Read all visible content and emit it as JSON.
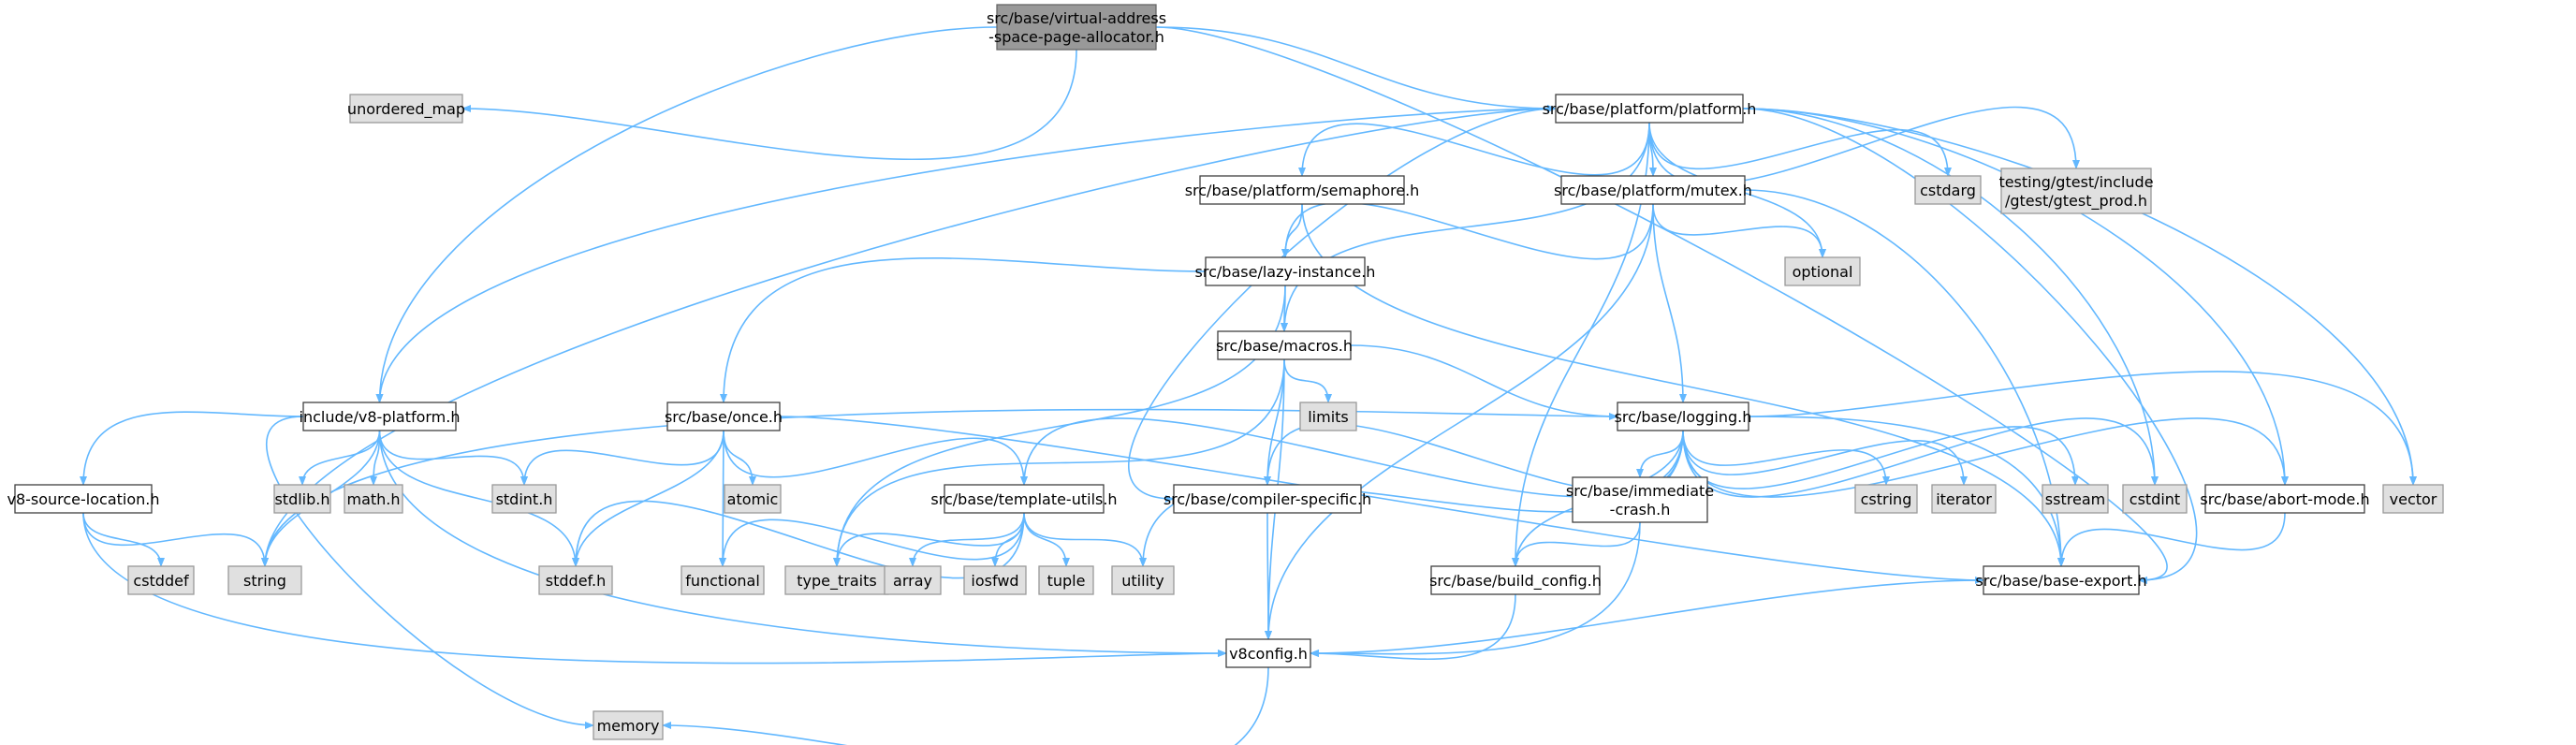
{
  "colors": {
    "edge": "#63b8ff",
    "root_fill": "#999999",
    "root_stroke": "#666666",
    "internal_fill": "#ffffff",
    "internal_stroke": "#404040",
    "external_fill": "#e0e0e0",
    "external_stroke": "#999999"
  },
  "nodes": [
    {
      "id": "root",
      "kind": "root",
      "lines": [
        "src/base/virtual-address",
        "-space-page-allocator.h"
      ]
    },
    {
      "id": "unordered_map",
      "kind": "external",
      "lines": [
        "unordered_map"
      ]
    },
    {
      "id": "platform",
      "kind": "internal",
      "lines": [
        "src/base/platform/platform.h"
      ]
    },
    {
      "id": "semaphore",
      "kind": "internal",
      "lines": [
        "src/base/platform/semaphore.h"
      ]
    },
    {
      "id": "mutex",
      "kind": "internal",
      "lines": [
        "src/base/platform/mutex.h"
      ]
    },
    {
      "id": "cstdarg",
      "kind": "external",
      "lines": [
        "cstdarg"
      ]
    },
    {
      "id": "gtest_prod",
      "kind": "external",
      "lines": [
        "testing/gtest/include",
        "/gtest/gtest_prod.h"
      ]
    },
    {
      "id": "lazy_instance",
      "kind": "internal",
      "lines": [
        "src/base/lazy-instance.h"
      ]
    },
    {
      "id": "optional",
      "kind": "external",
      "lines": [
        "optional"
      ]
    },
    {
      "id": "macros",
      "kind": "internal",
      "lines": [
        "src/base/macros.h"
      ]
    },
    {
      "id": "limits",
      "kind": "external",
      "lines": [
        "limits"
      ]
    },
    {
      "id": "v8_platform",
      "kind": "internal",
      "lines": [
        "include/v8-platform.h"
      ]
    },
    {
      "id": "once",
      "kind": "internal",
      "lines": [
        "src/base/once.h"
      ]
    },
    {
      "id": "logging",
      "kind": "internal",
      "lines": [
        "src/base/logging.h"
      ]
    },
    {
      "id": "v8_source_location",
      "kind": "internal",
      "lines": [
        "v8-source-location.h"
      ]
    },
    {
      "id": "stdlib",
      "kind": "external",
      "lines": [
        "stdlib.h"
      ]
    },
    {
      "id": "math",
      "kind": "external",
      "lines": [
        "math.h"
      ]
    },
    {
      "id": "stdint",
      "kind": "external",
      "lines": [
        "stdint.h"
      ]
    },
    {
      "id": "atomic",
      "kind": "external",
      "lines": [
        "atomic"
      ]
    },
    {
      "id": "template_utils",
      "kind": "internal",
      "lines": [
        "src/base/template-utils.h"
      ]
    },
    {
      "id": "compiler_specific",
      "kind": "internal",
      "lines": [
        "src/base/compiler-specific.h"
      ]
    },
    {
      "id": "immediate_crash",
      "kind": "internal",
      "lines": [
        "src/base/immediate",
        "-crash.h"
      ]
    },
    {
      "id": "cstring",
      "kind": "external",
      "lines": [
        "cstring"
      ]
    },
    {
      "id": "iterator",
      "kind": "external",
      "lines": [
        "iterator"
      ]
    },
    {
      "id": "sstream",
      "kind": "external",
      "lines": [
        "sstream"
      ]
    },
    {
      "id": "cstdint",
      "kind": "external",
      "lines": [
        "cstdint"
      ]
    },
    {
      "id": "abort_mode",
      "kind": "internal",
      "lines": [
        "src/base/abort-mode.h"
      ]
    },
    {
      "id": "vector",
      "kind": "external",
      "lines": [
        "vector"
      ]
    },
    {
      "id": "cstddef",
      "kind": "external",
      "lines": [
        "cstddef"
      ]
    },
    {
      "id": "string",
      "kind": "external",
      "lines": [
        "string"
      ]
    },
    {
      "id": "stddef",
      "kind": "external",
      "lines": [
        "stddef.h"
      ]
    },
    {
      "id": "functional",
      "kind": "external",
      "lines": [
        "functional"
      ]
    },
    {
      "id": "type_traits",
      "kind": "external",
      "lines": [
        "type_traits"
      ]
    },
    {
      "id": "array",
      "kind": "external",
      "lines": [
        "array"
      ]
    },
    {
      "id": "iosfwd",
      "kind": "external",
      "lines": [
        "iosfwd"
      ]
    },
    {
      "id": "tuple",
      "kind": "external",
      "lines": [
        "tuple"
      ]
    },
    {
      "id": "utility",
      "kind": "external",
      "lines": [
        "utility"
      ]
    },
    {
      "id": "build_config",
      "kind": "internal",
      "lines": [
        "src/base/build_config.h"
      ]
    },
    {
      "id": "base_export",
      "kind": "internal",
      "lines": [
        "src/base/base-export.h"
      ]
    },
    {
      "id": "v8config",
      "kind": "internal",
      "lines": [
        "v8config.h"
      ]
    },
    {
      "id": "memory",
      "kind": "external",
      "lines": [
        "memory"
      ]
    }
  ],
  "edges": [
    {
      "from": "root",
      "to": "unordered_map"
    },
    {
      "from": "root",
      "to": "platform"
    },
    {
      "from": "root",
      "to": "v8_platform"
    },
    {
      "from": "root",
      "to": "base_export"
    },
    {
      "from": "platform",
      "to": "semaphore"
    },
    {
      "from": "platform",
      "to": "mutex"
    },
    {
      "from": "platform",
      "to": "cstdarg"
    },
    {
      "from": "platform",
      "to": "gtest_prod"
    },
    {
      "from": "platform",
      "to": "optional"
    },
    {
      "from": "platform",
      "to": "macros"
    },
    {
      "from": "platform",
      "to": "v8_platform"
    },
    {
      "from": "platform",
      "to": "string"
    },
    {
      "from": "platform",
      "to": "compiler_specific"
    },
    {
      "from": "platform",
      "to": "build_config"
    },
    {
      "from": "platform",
      "to": "cstdint"
    },
    {
      "from": "platform",
      "to": "abort_mode"
    },
    {
      "from": "platform",
      "to": "vector"
    },
    {
      "from": "platform",
      "to": "base_export"
    },
    {
      "from": "semaphore",
      "to": "lazy_instance"
    },
    {
      "from": "semaphore",
      "to": "base_export"
    },
    {
      "from": "mutex",
      "to": "lazy_instance"
    },
    {
      "from": "mutex",
      "to": "optional"
    },
    {
      "from": "mutex",
      "to": "logging"
    },
    {
      "from": "mutex",
      "to": "v8config"
    },
    {
      "from": "mutex",
      "to": "base_export"
    },
    {
      "from": "lazy_instance",
      "to": "macros"
    },
    {
      "from": "lazy_instance",
      "to": "once"
    },
    {
      "from": "lazy_instance",
      "to": "type_traits"
    },
    {
      "from": "macros",
      "to": "limits"
    },
    {
      "from": "macros",
      "to": "logging"
    },
    {
      "from": "macros",
      "to": "compiler_specific"
    },
    {
      "from": "macros",
      "to": "type_traits"
    },
    {
      "from": "macros",
      "to": "v8config"
    },
    {
      "from": "v8_platform",
      "to": "v8_source_location"
    },
    {
      "from": "v8_platform",
      "to": "stdlib"
    },
    {
      "from": "v8_platform",
      "to": "math"
    },
    {
      "from": "v8_platform",
      "to": "stdint"
    },
    {
      "from": "v8_platform",
      "to": "string"
    },
    {
      "from": "v8_platform",
      "to": "stddef"
    },
    {
      "from": "v8_platform",
      "to": "memory"
    },
    {
      "from": "v8_platform",
      "to": "v8config"
    },
    {
      "from": "once",
      "to": "stdint"
    },
    {
      "from": "once",
      "to": "atomic"
    },
    {
      "from": "once",
      "to": "template_utils"
    },
    {
      "from": "once",
      "to": "functional"
    },
    {
      "from": "once",
      "to": "stddef"
    },
    {
      "from": "once",
      "to": "base_export"
    },
    {
      "from": "logging",
      "to": "template_utils"
    },
    {
      "from": "logging",
      "to": "compiler_specific"
    },
    {
      "from": "logging",
      "to": "immediate_crash"
    },
    {
      "from": "logging",
      "to": "cstring"
    },
    {
      "from": "logging",
      "to": "iterator"
    },
    {
      "from": "logging",
      "to": "sstream"
    },
    {
      "from": "logging",
      "to": "cstdint"
    },
    {
      "from": "logging",
      "to": "abort_mode"
    },
    {
      "from": "logging",
      "to": "vector"
    },
    {
      "from": "logging",
      "to": "string"
    },
    {
      "from": "logging",
      "to": "utility"
    },
    {
      "from": "logging",
      "to": "build_config"
    },
    {
      "from": "logging",
      "to": "base_export"
    },
    {
      "from": "v8_source_location",
      "to": "cstddef"
    },
    {
      "from": "v8_source_location",
      "to": "string"
    },
    {
      "from": "v8_source_location",
      "to": "v8config"
    },
    {
      "from": "template_utils",
      "to": "stddef"
    },
    {
      "from": "template_utils",
      "to": "functional"
    },
    {
      "from": "template_utils",
      "to": "type_traits"
    },
    {
      "from": "template_utils",
      "to": "array"
    },
    {
      "from": "template_utils",
      "to": "iosfwd"
    },
    {
      "from": "template_utils",
      "to": "tuple"
    },
    {
      "from": "template_utils",
      "to": "utility"
    },
    {
      "from": "compiler_specific",
      "to": "v8config"
    },
    {
      "from": "immediate_crash",
      "to": "build_config"
    },
    {
      "from": "immediate_crash",
      "to": "v8config"
    },
    {
      "from": "abort_mode",
      "to": "base_export"
    },
    {
      "from": "build_config",
      "to": "v8config"
    },
    {
      "from": "base_export",
      "to": "v8config"
    },
    {
      "from": "v8config",
      "to": "memory"
    }
  ]
}
